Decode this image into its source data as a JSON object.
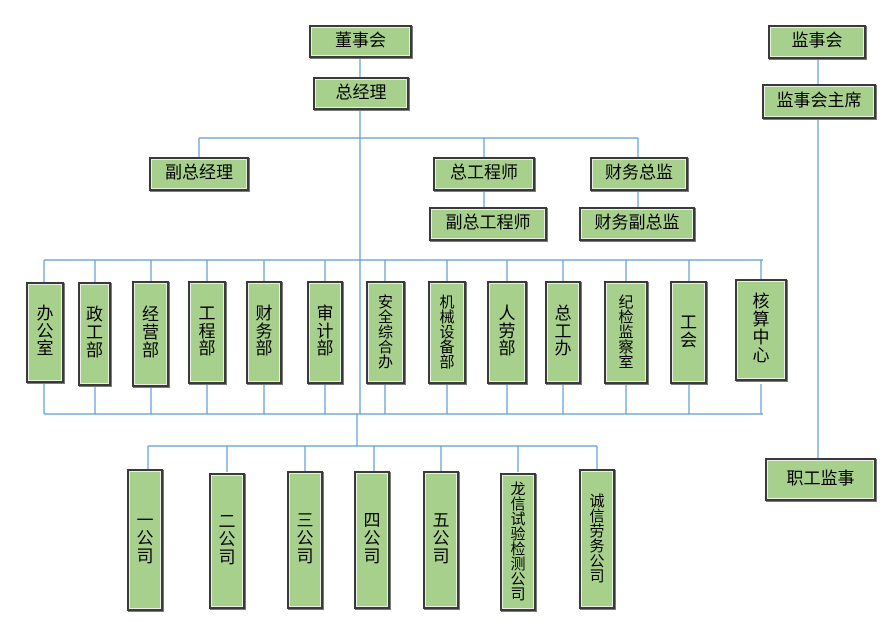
{
  "board": "董事会",
  "gm": "总经理",
  "deputy_gm": "副总经理",
  "chief_engineer": "总工程师",
  "deputy_chief_engineer": "副总工程师",
  "finance_director": "财务总监",
  "deputy_finance_director": "财务副总监",
  "supervisory_board": "监事会",
  "supervisory_chair": "监事会主席",
  "employee_supervisor": "职工监事",
  "departments": [
    "办公室",
    "政工部",
    "经营部",
    "工程部",
    "财务部",
    "审计部",
    "安全综合办",
    "机械设备部",
    "人劳部",
    "总工办",
    "纪检监察室",
    "工会",
    "核算中心"
  ],
  "subsidiaries": [
    "一公司",
    "二公司",
    "三公司",
    "四公司",
    "五公司",
    "龙信试验检测公司",
    "诚信劳务公司"
  ],
  "colors": {
    "box_fill": "#a8d08d",
    "box_border": "#3a3a3a",
    "line": "#5b9bd5"
  }
}
